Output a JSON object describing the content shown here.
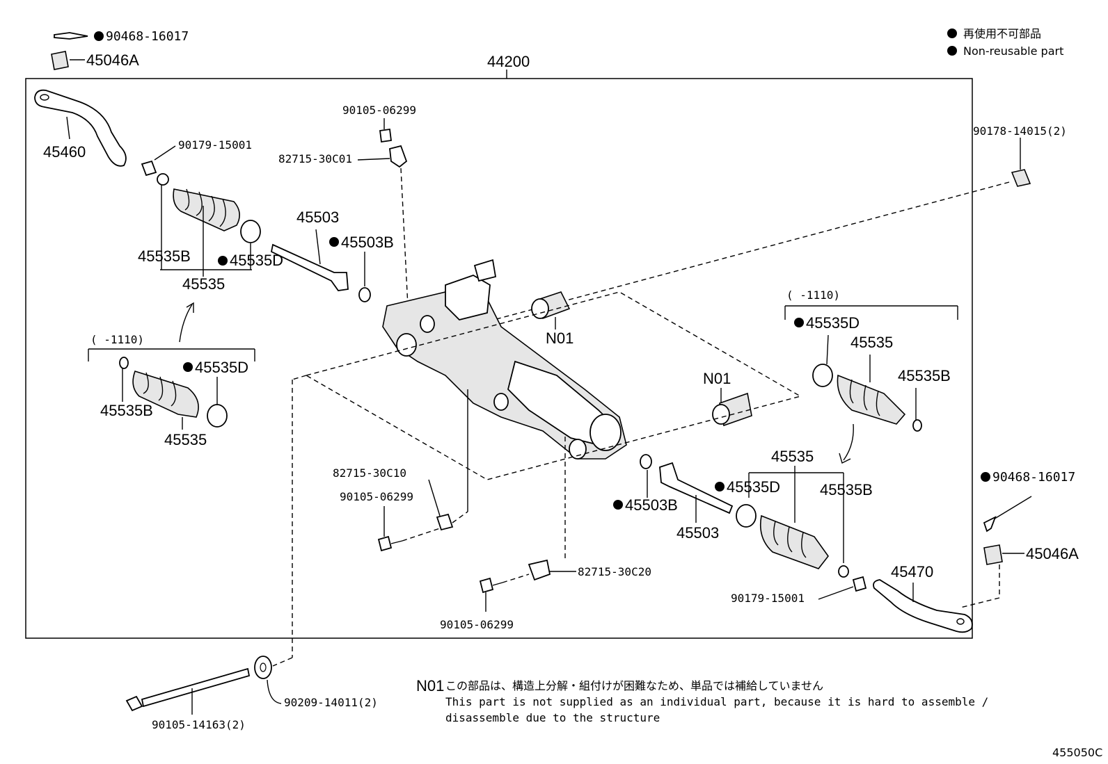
{
  "legend": {
    "jp": "再使用不可部品",
    "en": "Non-reusable part"
  },
  "assembly": "44200",
  "labels": {
    "cotter_pin_l": "90468-16017",
    "nut_l": "45046A",
    "tie_rod_end_l": "45460",
    "jam_nut_l": "90179-15001",
    "bolt_top": "90105-06299",
    "bracket_top": "82715-30C01",
    "clip_b_l": "45535B",
    "boot_l": "45535",
    "clamp_d_l": "45535D",
    "rack_end_l": "45503",
    "washer_b_l": "45503B",
    "grommet_r": "90178-14015(2)",
    "range_l": "(    -1110)",
    "clip_b_l2": "45535B",
    "clamp_d_l2": "45535D",
    "boot_l2": "45535",
    "n01_top": "N01",
    "n01_mid": "N01",
    "range_r": "(    -1110)",
    "clamp_d_r": "45535D",
    "boot_r": "45535",
    "clip_b_r": "45535B",
    "boot_r2": "45535",
    "clamp_d_r2": "45535D",
    "clip_b_r2": "45535B",
    "bracket_c10": "82715-30C10",
    "bolt_c10": "90105-06299",
    "washer_b_r": "45503B",
    "rack_end_r": "45503",
    "cotter_pin_r": "90468-16017",
    "nut_r": "45046A",
    "tie_rod_end_r": "45470",
    "jam_nut_r": "90179-15001",
    "bracket_c20": "82715-30C20",
    "bolt_c20": "90105-06299",
    "long_bolt": "90105-14163(2)",
    "washer_big": "90209-14011(2)",
    "figure_code": "455050C"
  },
  "note": {
    "code": "N01",
    "jp": "この部品は、構造上分解・組付けが困難なため、単品では補給していません",
    "en1": "This part is not supplied as an individual part, because it is hard to assemble /",
    "en2": "disassemble due to the structure"
  }
}
